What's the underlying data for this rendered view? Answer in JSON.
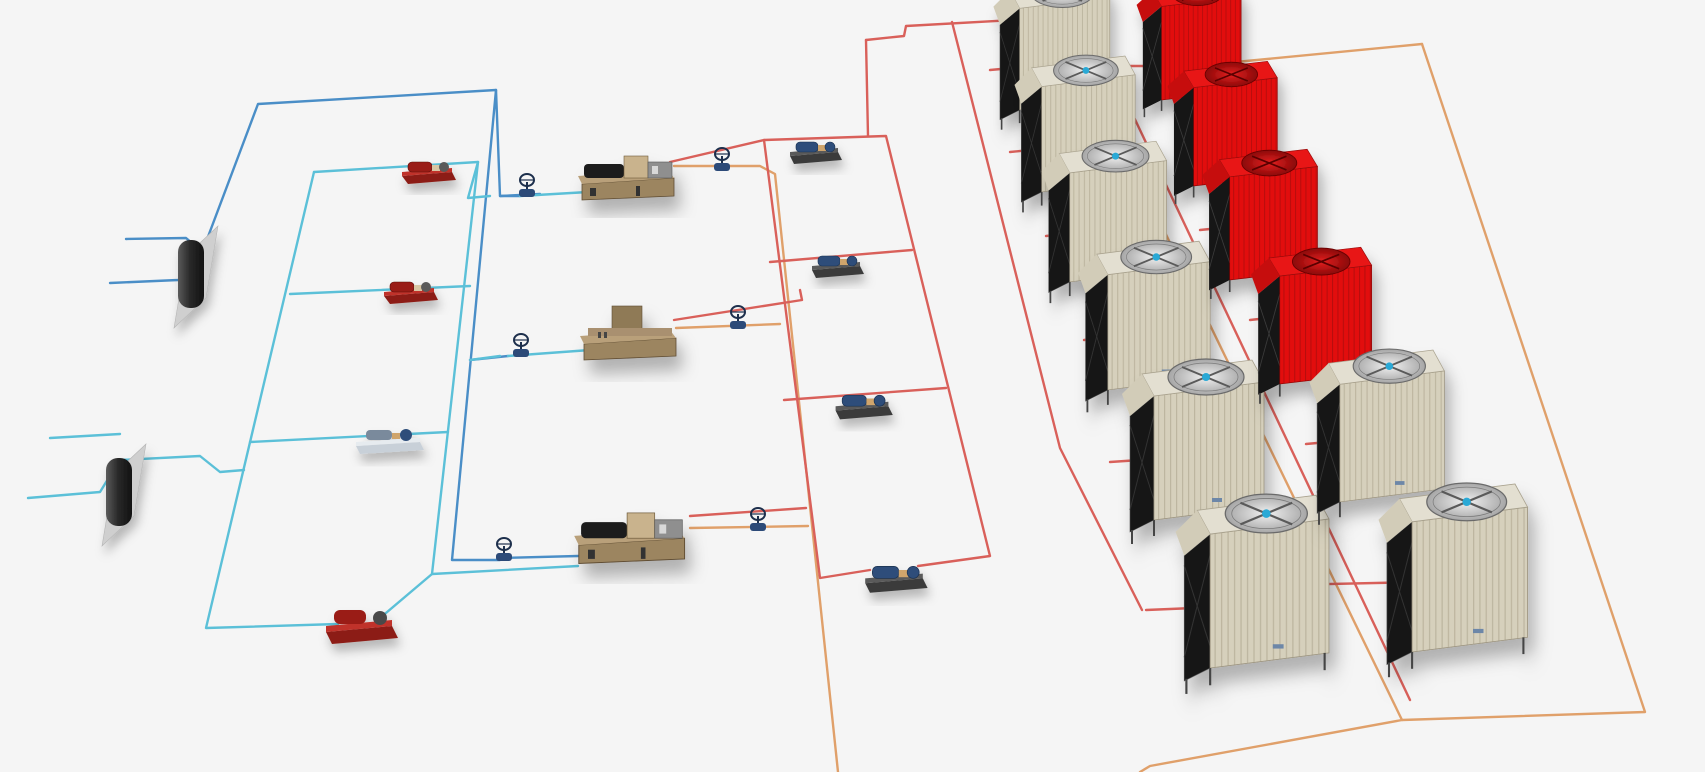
{
  "colors": {
    "background": "#f5f5f5",
    "chilled_supply": "#4a8ec7",
    "chilled_return": "#5bc0d8",
    "cooling_supply": "#d9605a",
    "cooling_return": "#e0a06a",
    "tower_beige": "#d7d1bf",
    "tower_red": "#e10d0d",
    "chiller_body": "#a48b64",
    "pump_blue": "#2f4f77",
    "pump_red": "#b22a22"
  },
  "equipment": {
    "water_separators": [
      "water-separator-upper",
      "water-separator-lower"
    ],
    "chilled_water_pumps": [
      "chilled-pump-1",
      "chilled-pump-2",
      "chilled-pump-3",
      "chilled-pump-4"
    ],
    "chillers": [
      "chiller-1",
      "chiller-2",
      "chiller-3"
    ],
    "valves": [
      "valve-1",
      "valve-2",
      "valve-3",
      "valve-4",
      "valve-5",
      "valve-6"
    ],
    "cooling_water_pumps": [
      "cooling-pump-1",
      "cooling-pump-2",
      "cooling-pump-3",
      "cooling-pump-4"
    ],
    "cooling_towers_beige": [
      "tower-b1",
      "tower-b2",
      "tower-b3",
      "tower-b4",
      "tower-b5",
      "tower-b6",
      "tower-b7",
      "tower-b8"
    ],
    "cooling_towers_red": [
      "tower-r1",
      "tower-r2",
      "tower-r3",
      "tower-r4"
    ]
  },
  "icons": {
    "fan": "fan-icon",
    "pump": "pump-icon",
    "valve": "valve-icon"
  }
}
